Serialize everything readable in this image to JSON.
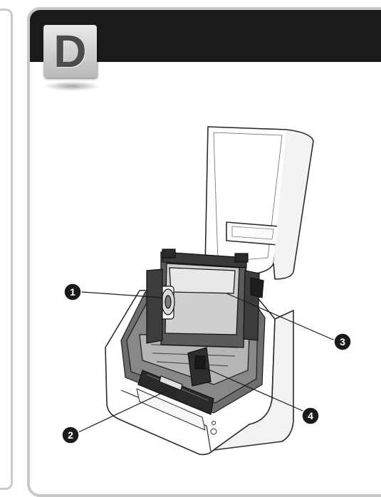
{
  "step": {
    "letter": "D"
  },
  "figure": {
    "callouts": [
      {
        "id": 1,
        "label": "1"
      },
      {
        "id": 2,
        "label": "2"
      },
      {
        "id": 3,
        "label": "3"
      },
      {
        "id": 4,
        "label": "4"
      }
    ]
  }
}
